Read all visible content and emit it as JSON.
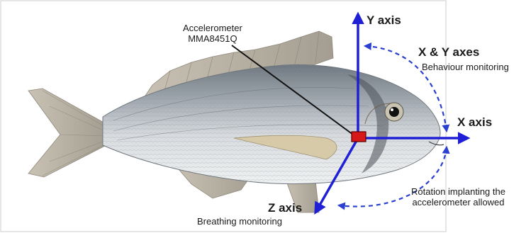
{
  "labels": {
    "accelerometer_line1": "Accelerometer",
    "accelerometer_line2": "MMA8451Q",
    "y_axis": "Y axis",
    "x_axis": "X axis",
    "z_axis": "Z axis",
    "xy_axes": "X & Y axes",
    "behaviour": "Behaviour monitoring",
    "breathing": "Breathing monitoring",
    "rotation_line1": "Rotation implanting the",
    "rotation_line2": "accelerometer allowed"
  },
  "colors": {
    "axis": "#1f1fd6",
    "curve": "#2b3fd0",
    "sensor": "#d61818",
    "leader": "#111111"
  }
}
